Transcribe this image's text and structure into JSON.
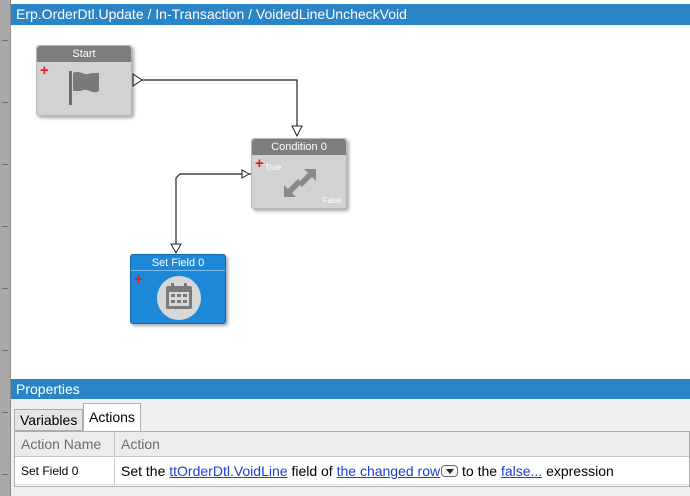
{
  "window": {
    "title": "Erp.OrderDtl.Update / In-Transaction / VoidedLineUncheckVoid"
  },
  "workflow": {
    "nodes": {
      "start": {
        "title": "Start",
        "icon": "flag-icon"
      },
      "condition": {
        "title": "Condition 0",
        "icon": "arrows-diagonal-icon",
        "true_label": "True",
        "false_label": "False"
      },
      "set_field": {
        "title": "Set Field 0",
        "icon": "calendar-icon"
      }
    },
    "add_marker": "+"
  },
  "properties": {
    "title": "Properties",
    "tabs": [
      {
        "label": "Variables",
        "active": false
      },
      {
        "label": "Actions",
        "active": true
      }
    ],
    "grid": {
      "columns": [
        "Action Name",
        "Action"
      ],
      "rows": [
        {
          "action_name": "Set Field 0",
          "action_parts": {
            "prefix": "Set the ",
            "field": "ttOrderDtl.VoidLine",
            "mid1": " field of ",
            "row_target": "the changed row",
            "mid2": " to the ",
            "value": "false...",
            "suffix": " expression"
          }
        }
      ]
    }
  },
  "colors": {
    "title_bar": "#2a84c5",
    "node_grey": "#d2d2d2",
    "node_blue": "#1e88d8",
    "link": "#1a3fd1",
    "add_marker": "#e02020"
  }
}
